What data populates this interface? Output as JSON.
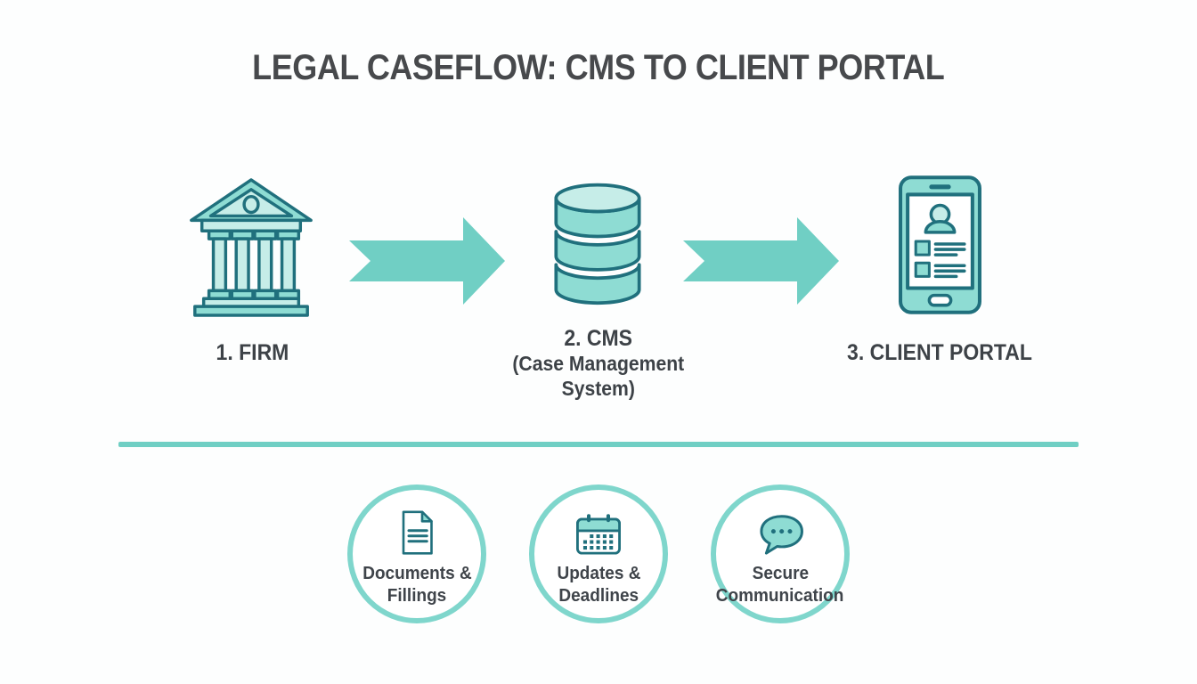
{
  "title": "LEGAL CASEFLOW: CMS TO CLIENT PORTAL",
  "flow": {
    "nodes": [
      {
        "label": "1. FIRM",
        "icon": "courthouse-icon"
      },
      {
        "label": "2. CMS",
        "sublabel_line1": "(Case Management",
        "sublabel_line2": "System)",
        "icon": "database-icon"
      },
      {
        "label": "3. CLIENT PORTAL",
        "icon": "smartphone-icon"
      }
    ],
    "arrow_icon": "arrow-right",
    "arrow_count": 2
  },
  "features": [
    {
      "label_line1": "Documents &",
      "label_line2": "Fillings",
      "icon": "document-icon"
    },
    {
      "label_line1": "Updates &",
      "label_line2": "Deadlines",
      "icon": "calendar-icon"
    },
    {
      "label_line1": "Secure",
      "label_line2": "Communication",
      "icon": "chat-bubble-icon"
    }
  ],
  "colors": {
    "accent_teal": "#70cfc4",
    "ring_teal": "#7fd6cc",
    "icon_outline": "#20707d",
    "icon_fill": "#8edcd3",
    "icon_fill_light": "#c6ede8",
    "icon_fill_lighter": "#daf4f0",
    "title_text": "#47494c",
    "label_text": "#3d4247",
    "bg": "#fdfefe"
  }
}
